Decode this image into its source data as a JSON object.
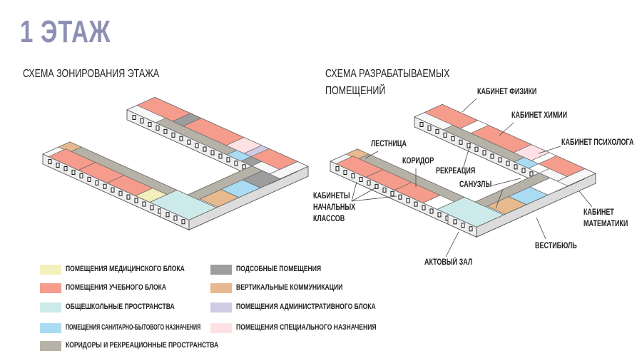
{
  "title": "1 ЭТАЖ",
  "left_scheme": {
    "title": "СХЕМА ЗОНИРОВАНИЯ ЭТАЖА"
  },
  "right_scheme": {
    "title_line1": "СХЕМА РАЗРАБАТЫВАЕМЫХ",
    "title_line2": "ПОМЕЩЕНИЙ",
    "labels": {
      "physics": "КАБИНЕТ ФИЗИКИ",
      "chemistry": "КАБИНЕТ ХИМИИ",
      "psychologist": "КАБИНЕТ ПСИХОЛОГА",
      "stairs": "ЛЕСТНИЦА",
      "corridor": "КОРИДОР",
      "recreation": "РЕКРЕАЦИЯ",
      "toilets": "САНУЗЛЫ",
      "primary_1": "КАБИНЕТЫ",
      "primary_2": "НАЧАЛЬНЫХ",
      "primary_3": "КЛАССОВ",
      "math_1": "КАБИНЕТ",
      "math_2": "МАТЕМАТИКИ",
      "vestibule": "ВЕСТИБЮЛЬ",
      "assembly_hall": "АКТОВЫЙ ЗАЛ"
    }
  },
  "legend": [
    {
      "key": "medical",
      "label": "ПОМЕЩЕНИЯ МЕДИЦИНСКОГО БЛОКА",
      "color": "#f3f0bc"
    },
    {
      "key": "education",
      "label": "ПОМЕЩЕНИЯ УЧЕБНОГО БЛОКА",
      "color": "#f59c8c"
    },
    {
      "key": "common",
      "label": "ОБЩЕШКОЛЬНЫЕ ПРОСТРАНСТВА",
      "color": "#cdeaea"
    },
    {
      "key": "sanitary",
      "label": "ПОМЕЩЕНИЯ САНИТАРНО-БЫТОВОГО НАЗНАЧЕНИЯ",
      "color": "#a9dcf3"
    },
    {
      "key": "corridor",
      "label": "КОРИДОРЫ И РЕКРЕАЦИОННЫЕ ПРОСТРАНСТВА",
      "color": "#b7b2a7"
    },
    {
      "key": "utility",
      "label": "ПОДСОБНЫЕ ПОМЕЩЕНИЯ",
      "color": "#9d9d9d"
    },
    {
      "key": "vertical",
      "label": "ВЕРТИКАЛЬНЫЕ КОММУНИКАЦИИ",
      "color": "#e6b98f"
    },
    {
      "key": "admin",
      "label": "ПОМЕЩЕНИЯ АДМИНИСТРАТИВНОГО БЛОКА",
      "color": "#cfcbe5"
    },
    {
      "key": "special",
      "label": "ПОМЕЩЕНИЯ СПЕЦИАЛЬНОГО НАЗНАЧЕНИЯ",
      "color": "#fde1e5"
    }
  ]
}
